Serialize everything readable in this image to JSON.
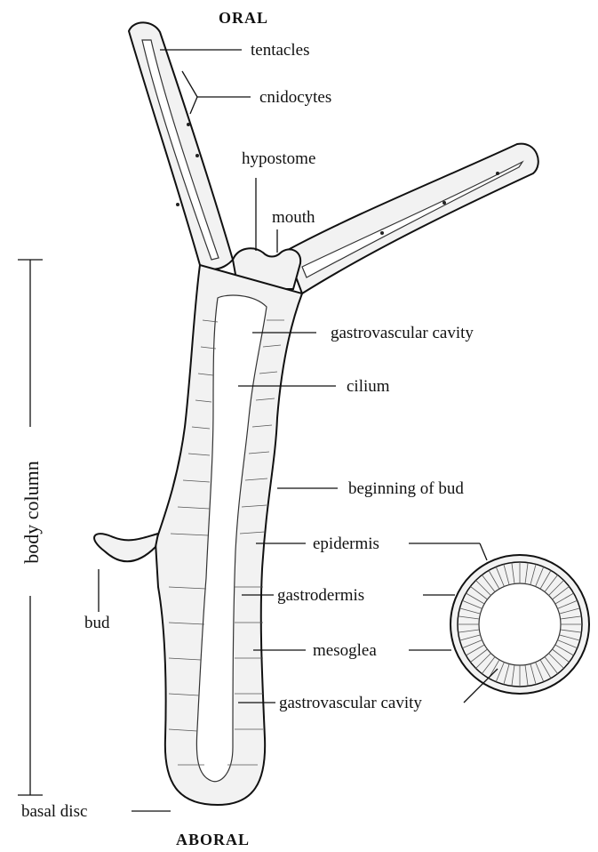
{
  "header": {
    "oral": "ORAL",
    "aboral": "ABORAL"
  },
  "side_label": "body column",
  "labels": {
    "tentacles": "tentacles",
    "cnidocytes": "cnidocytes",
    "hypostome": "hypostome",
    "mouth": "mouth",
    "gastrovascular_cavity_top": "gastrovascular cavity",
    "cilium": "cilium",
    "beginning_of_bud": "beginning of bud",
    "epidermis": "epidermis",
    "gastrodermis": "gastrodermis",
    "mesoglea": "mesoglea",
    "gastrovascular_cavity_bottom": "gastrovascular cavity",
    "bud": "bud",
    "basal_disc": "basal disc"
  },
  "colors": {
    "ink": "#111111",
    "tissue": "#f2f2f2",
    "background": "#ffffff"
  }
}
